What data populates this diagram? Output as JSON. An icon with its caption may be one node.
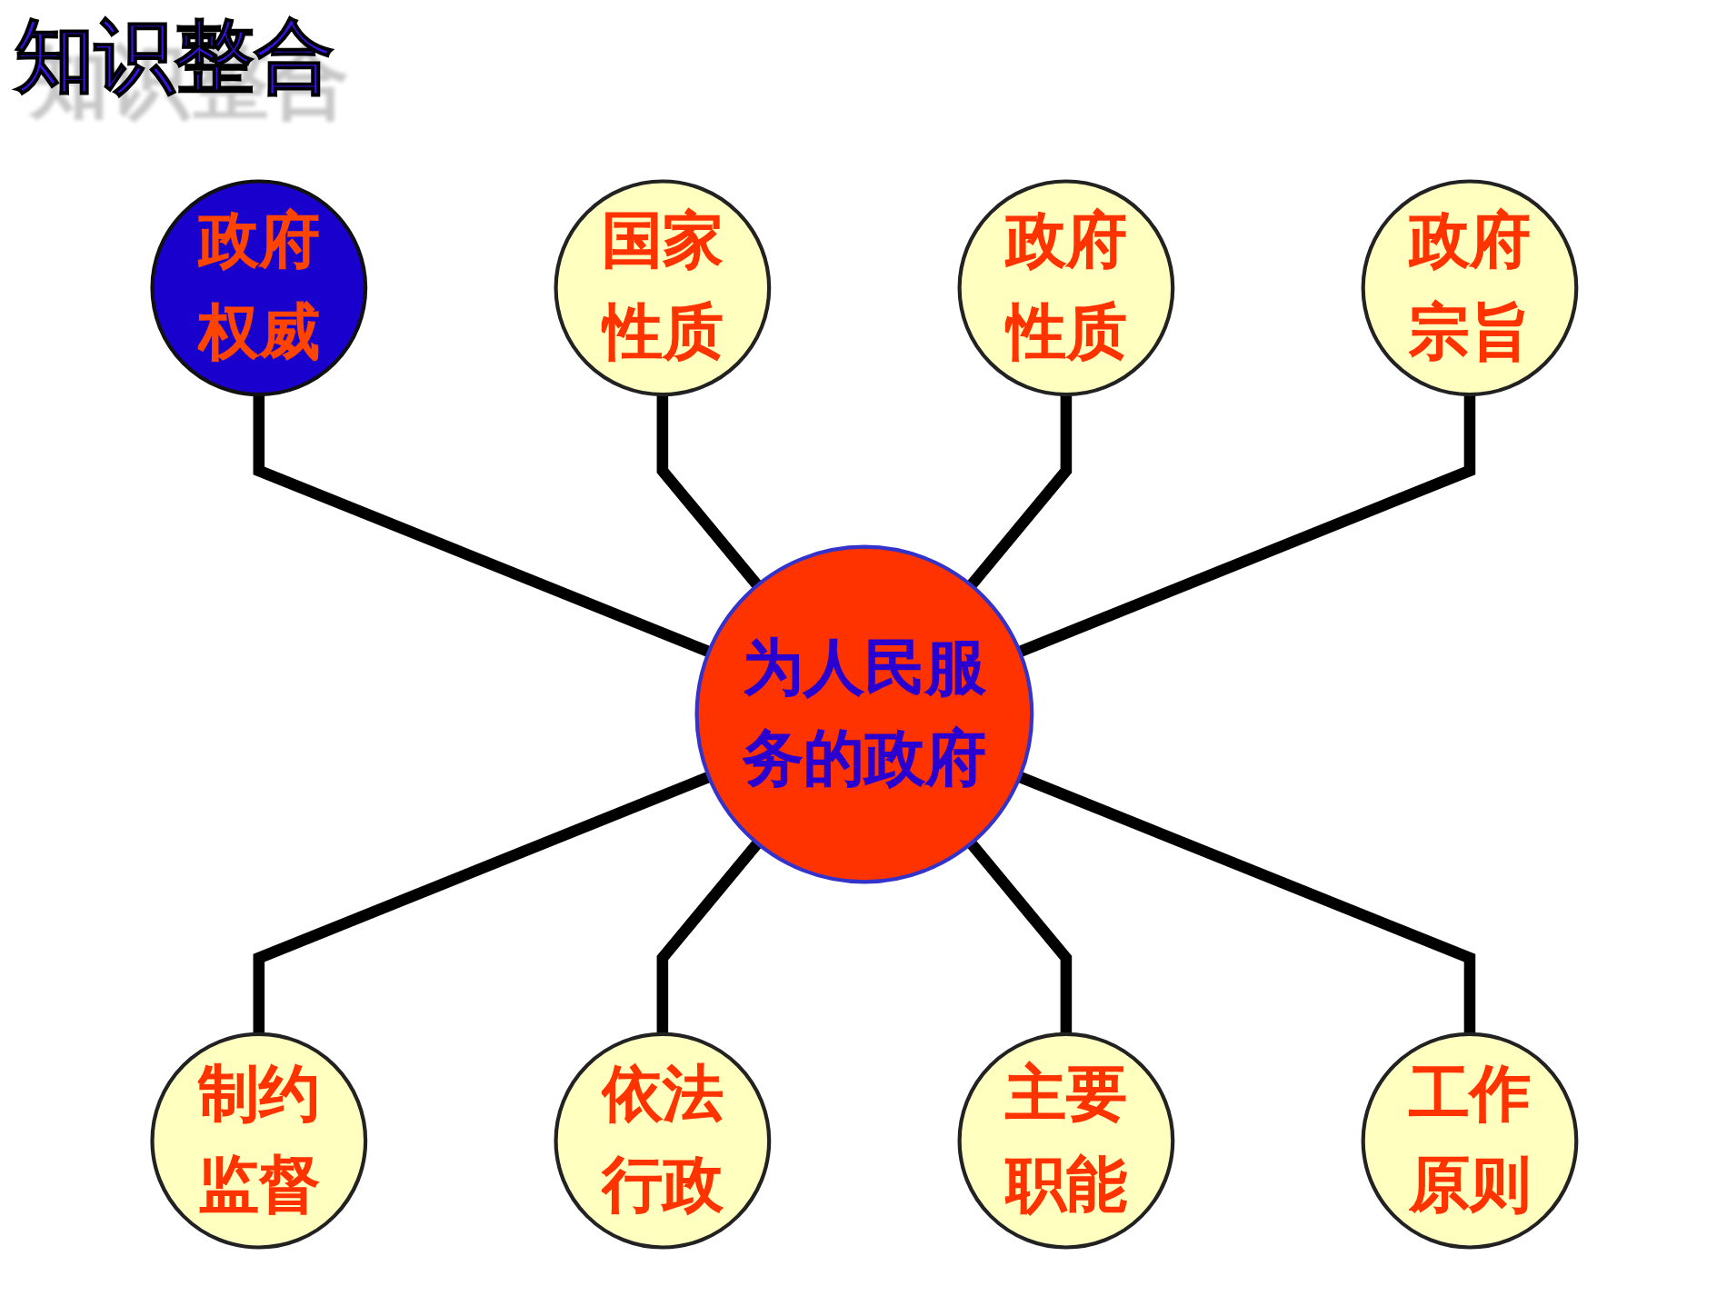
{
  "diagram": {
    "title": "知识整合",
    "nodes": [
      {
        "text": [
          "国家性质"
        ]
      },
      {
        "text": [
          "政府性质"
        ]
      },
      {
        "text": [
          "政府宗旨"
        ]
      },
      {
        "text": [
          "政府权威"
        ]
      },
      {
        "text": [
          "为人民服务的政府"
        ]
      },
      {
        "text": [
          "工作原则"
        ]
      },
      {
        "text": [
          "制约监督"
        ]
      },
      {
        "text": [
          "依法行政"
        ]
      },
      {
        "text": [
          "主要职能"
        ]
      }
    ],
    "edges": [
      {
        "from": 3,
        "to": 4,
        "arrow": "none"
      },
      {
        "from": 0,
        "to": 4,
        "arrow": "none"
      },
      {
        "from": 1,
        "to": 4,
        "arrow": "none"
      },
      {
        "from": 2,
        "to": 4,
        "arrow": "none"
      },
      {
        "from": 4,
        "to": 6,
        "arrow": "none"
      },
      {
        "from": 4,
        "to": 7,
        "arrow": "none"
      },
      {
        "from": 4,
        "to": 8,
        "arrow": "none"
      },
      {
        "from": 4,
        "to": 5,
        "arrow": "none"
      }
    ]
  }
}
